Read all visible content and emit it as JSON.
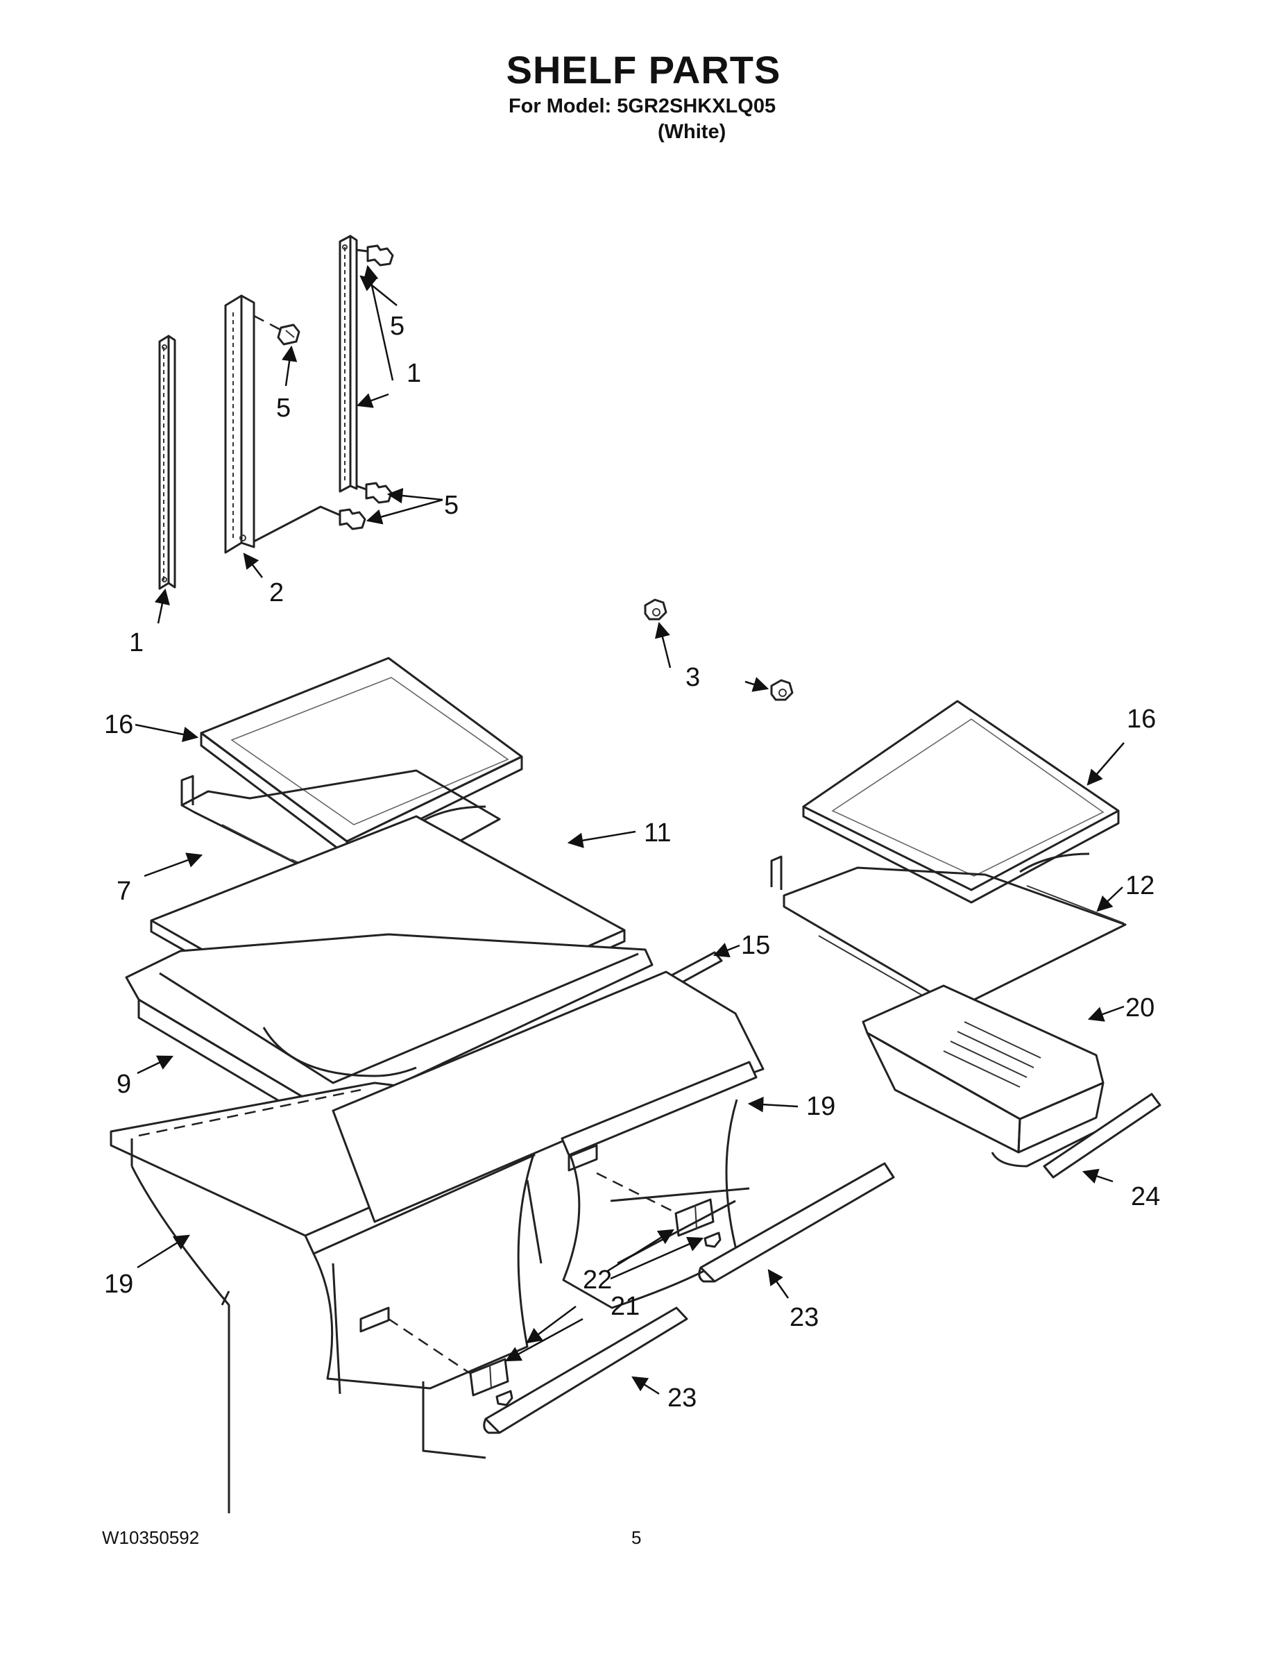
{
  "header": {
    "title": "SHELF PARTS",
    "model_line": "For Model: 5GR2SHKXLQ05",
    "color_line": "(White)"
  },
  "footer": {
    "doc_number": "W10350592",
    "page_number": "5"
  },
  "callouts": {
    "c1a": "1",
    "c1b": "1",
    "c2": "2",
    "c3": "3",
    "c5a": "5",
    "c5b": "5",
    "c5c": "5",
    "c7": "7",
    "c9": "9",
    "c11": "11",
    "c12": "12",
    "c15": "15",
    "c16a": "16",
    "c16b": "16",
    "c19a": "19",
    "c19b": "19",
    "c20": "20",
    "c21": "21",
    "c22": "22",
    "c23a": "23",
    "c23b": "23",
    "c24": "24"
  }
}
